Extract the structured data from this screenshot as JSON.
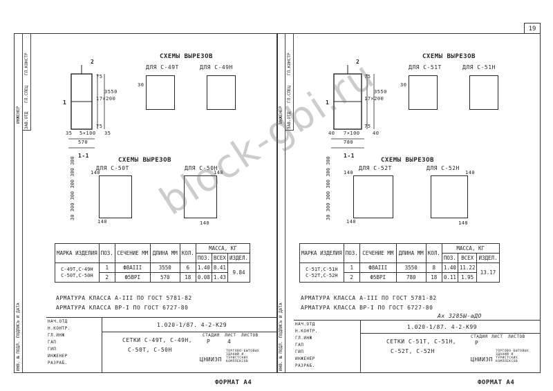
{
  "watermark": "block-gbi.ru",
  "left_sheet": {
    "sidebar_labels": [
      "ИНЖЕНЕР",
      "ГЛ.КОНСТР",
      "ГЛ.СПЕЦ",
      "ЗАВ.ОТД",
      "ПОДПИСЬ И ДАТА",
      "ИНВ. № ПОДЛ."
    ],
    "section_title": "1-1",
    "marker_2": "2",
    "marker_1": "1",
    "dim_top": "75",
    "dim_mid": "17×200",
    "dim_total_h": "3550",
    "dim_bot": "75",
    "dim_35a": "35",
    "dim_35b": "35",
    "dim_spacing": "5×100",
    "dim_width": "570",
    "schemes1_title": "СХЕМЫ  ВЫРЕЗОВ",
    "scheme_a_label": "ДЛЯ С-49Т",
    "scheme_b_label": "ДЛЯ С-49Н",
    "scheme_a_dim": "30",
    "schemes2_title": "СХЕМЫ  ВЫРЕЗОВ",
    "scheme_c_label": "ДЛЯ С-50Т",
    "scheme_d_label": "ДЛЯ С-50Н",
    "dim_140a": "140",
    "dim_140b": "140",
    "dim_140c": "140",
    "dim_140d": "140",
    "stack_dims": "30 300 300 300 300 300",
    "table": {
      "h_mark": "МАРКА ИЗДЕЛИЯ",
      "h_pos": "ПОЗ.",
      "h_section": "СЕЧЕНИЕ ММ",
      "h_length": "ДЛИНА ММ",
      "h_qty": "КОЛ.",
      "h_mass": "МАССА, КГ",
      "h_pos_mass": "ПОЗ.",
      "h_all": "ВСЕХ",
      "h_item": "ИЗДЕЛ.",
      "mark": "С-49Т,С-49Н С-50Т,С-50Н",
      "rows": [
        {
          "pos": "1",
          "section": "Ф8АIII",
          "length": "3550",
          "qty": "6",
          "mass_pos": "1.40",
          "mass_all": "8.41"
        },
        {
          "pos": "2",
          "section": "Ф5ВРI",
          "length": "570",
          "qty": "18",
          "mass_pos": "0.08",
          "mass_all": "1.43"
        }
      ],
      "item_mass": "9.84"
    },
    "note1": "АРМАТУРА КЛАССА А-III ПО ГОСТ 5781-82",
    "note2": "АРМАТУРА КЛАССА ВР-I  ПО ГОСТ 6727-80",
    "stamp": {
      "code": "1.020-1/87. 4-2-К29",
      "title_lines": [
        "СЕТКИ С-49Т, С-49Н,",
        "С-50Т, С-50Н"
      ],
      "stage_h": "СТАДИЯ",
      "sheet_h": "ЛИСТ",
      "sheets_h": "ЛИСТОВ",
      "stage": "Р",
      "sheet": "4",
      "org": "ЦНИИЭП",
      "org2": "ТОРГОВО-БЫТОВЫХ ЗДАНИЙ И ТУРИСТСКИХ КОМПЛЕКСОВ",
      "roles": [
        "НАЧ.ОТД",
        "Н.КОНТР.",
        "ГЛ.ИНЖ",
        "ГАП",
        "ГИП",
        "ИНЖЕНЕР",
        "РАЗРАБ."
      ]
    },
    "format": "ФОРМАТ А4"
  },
  "right_sheet": {
    "sheet_number": "19",
    "sidebar_labels": [
      "ИНЖЕНЕР",
      "ГЛ.КОНСТР",
      "ГЛ.СПЕЦ",
      "ЗАВ.ОТД",
      "ПОДПИСЬ И ДАТА",
      "ИНВ. № ПОДЛ."
    ],
    "section_title": "1-1",
    "marker_2": "2",
    "marker_1": "1",
    "dim_top": "75",
    "dim_mid": "17×200",
    "dim_total_h": "3550",
    "dim_bot": "75",
    "dim_40a": "40",
    "dim_40b": "40",
    "dim_spacing": "7×100",
    "dim_width": "780",
    "schemes1_title": "СХЕМЫ  ВЫРЕЗОВ",
    "scheme_a_label": "ДЛЯ С-51Т",
    "scheme_b_label": "ДЛЯ С-51Н",
    "scheme_a_dim": "30",
    "schemes2_title": "СХЕМЫ  ВЫРЕЗОВ",
    "scheme_c_label": "ДЛЯ С-52Т",
    "scheme_d_label": "ДЛЯ С-52Н",
    "dim_140a": "140",
    "dim_140b": "140",
    "dim_140c": "140",
    "dim_140d": "140",
    "stack_dims": "30 300 300 300 300 300",
    "table": {
      "h_mark": "МАРКА ИЗДЕЛИЯ",
      "h_pos": "ПОЗ.",
      "h_section": "СЕЧЕНИЕ ММ",
      "h_length": "ДЛИНА ММ",
      "h_qty": "КОЛ.",
      "h_mass": "МАССА, КГ",
      "h_pos_mass": "ПОЗ.",
      "h_all": "ВСЕХ",
      "h_item": "ИЗДЕЛ.",
      "mark": "С-51Т,С-51Н С-52Т,С-52Н",
      "rows": [
        {
          "pos": "1",
          "section": "Ф8АIII",
          "length": "3550",
          "qty": "8",
          "mass_pos": "1.40",
          "mass_all": "11.22"
        },
        {
          "pos": "2",
          "section": "Ф5ВРI",
          "length": "780",
          "qty": "18",
          "mass_pos": "0.11",
          "mass_all": "1.95"
        }
      ],
      "item_mass": "13.17"
    },
    "note1": "АРМАТУРА КЛАССА А-III ПО ГОСТ 5781-82",
    "note2": "АРМАТУРА КЛАССА ВР-I  ПО ГОСТ 6727-80",
    "handwritten_ref": "Ах 3285Ы-аДО",
    "stamp": {
      "code": "1.020-1/87. 4-2-К99",
      "title_lines": [
        "СЕТКИ С-51Т, С-51Н,",
        "С-52Т, С-52Н"
      ],
      "stage_h": "СТАДИЯ",
      "sheet_h": "ЛИСТ",
      "sheets_h": "ЛИСТОВ",
      "stage": "Р",
      "sheet": "",
      "org": "ЦНИИЭП",
      "org2": "ТОРГОВО-БЫТОВЫХ ЗДАНИЙ И ТУРИСТСКИХ КОМПЛЕКСОВ",
      "roles": [
        "НАЧ.ОТД",
        "Н.КОНТР.",
        "ГЛ.ИНЖ",
        "ГАП",
        "ГИП",
        "ИНЖЕНЕР",
        "РАЗРАБ."
      ]
    },
    "format": "ФОРМАТ А4"
  }
}
